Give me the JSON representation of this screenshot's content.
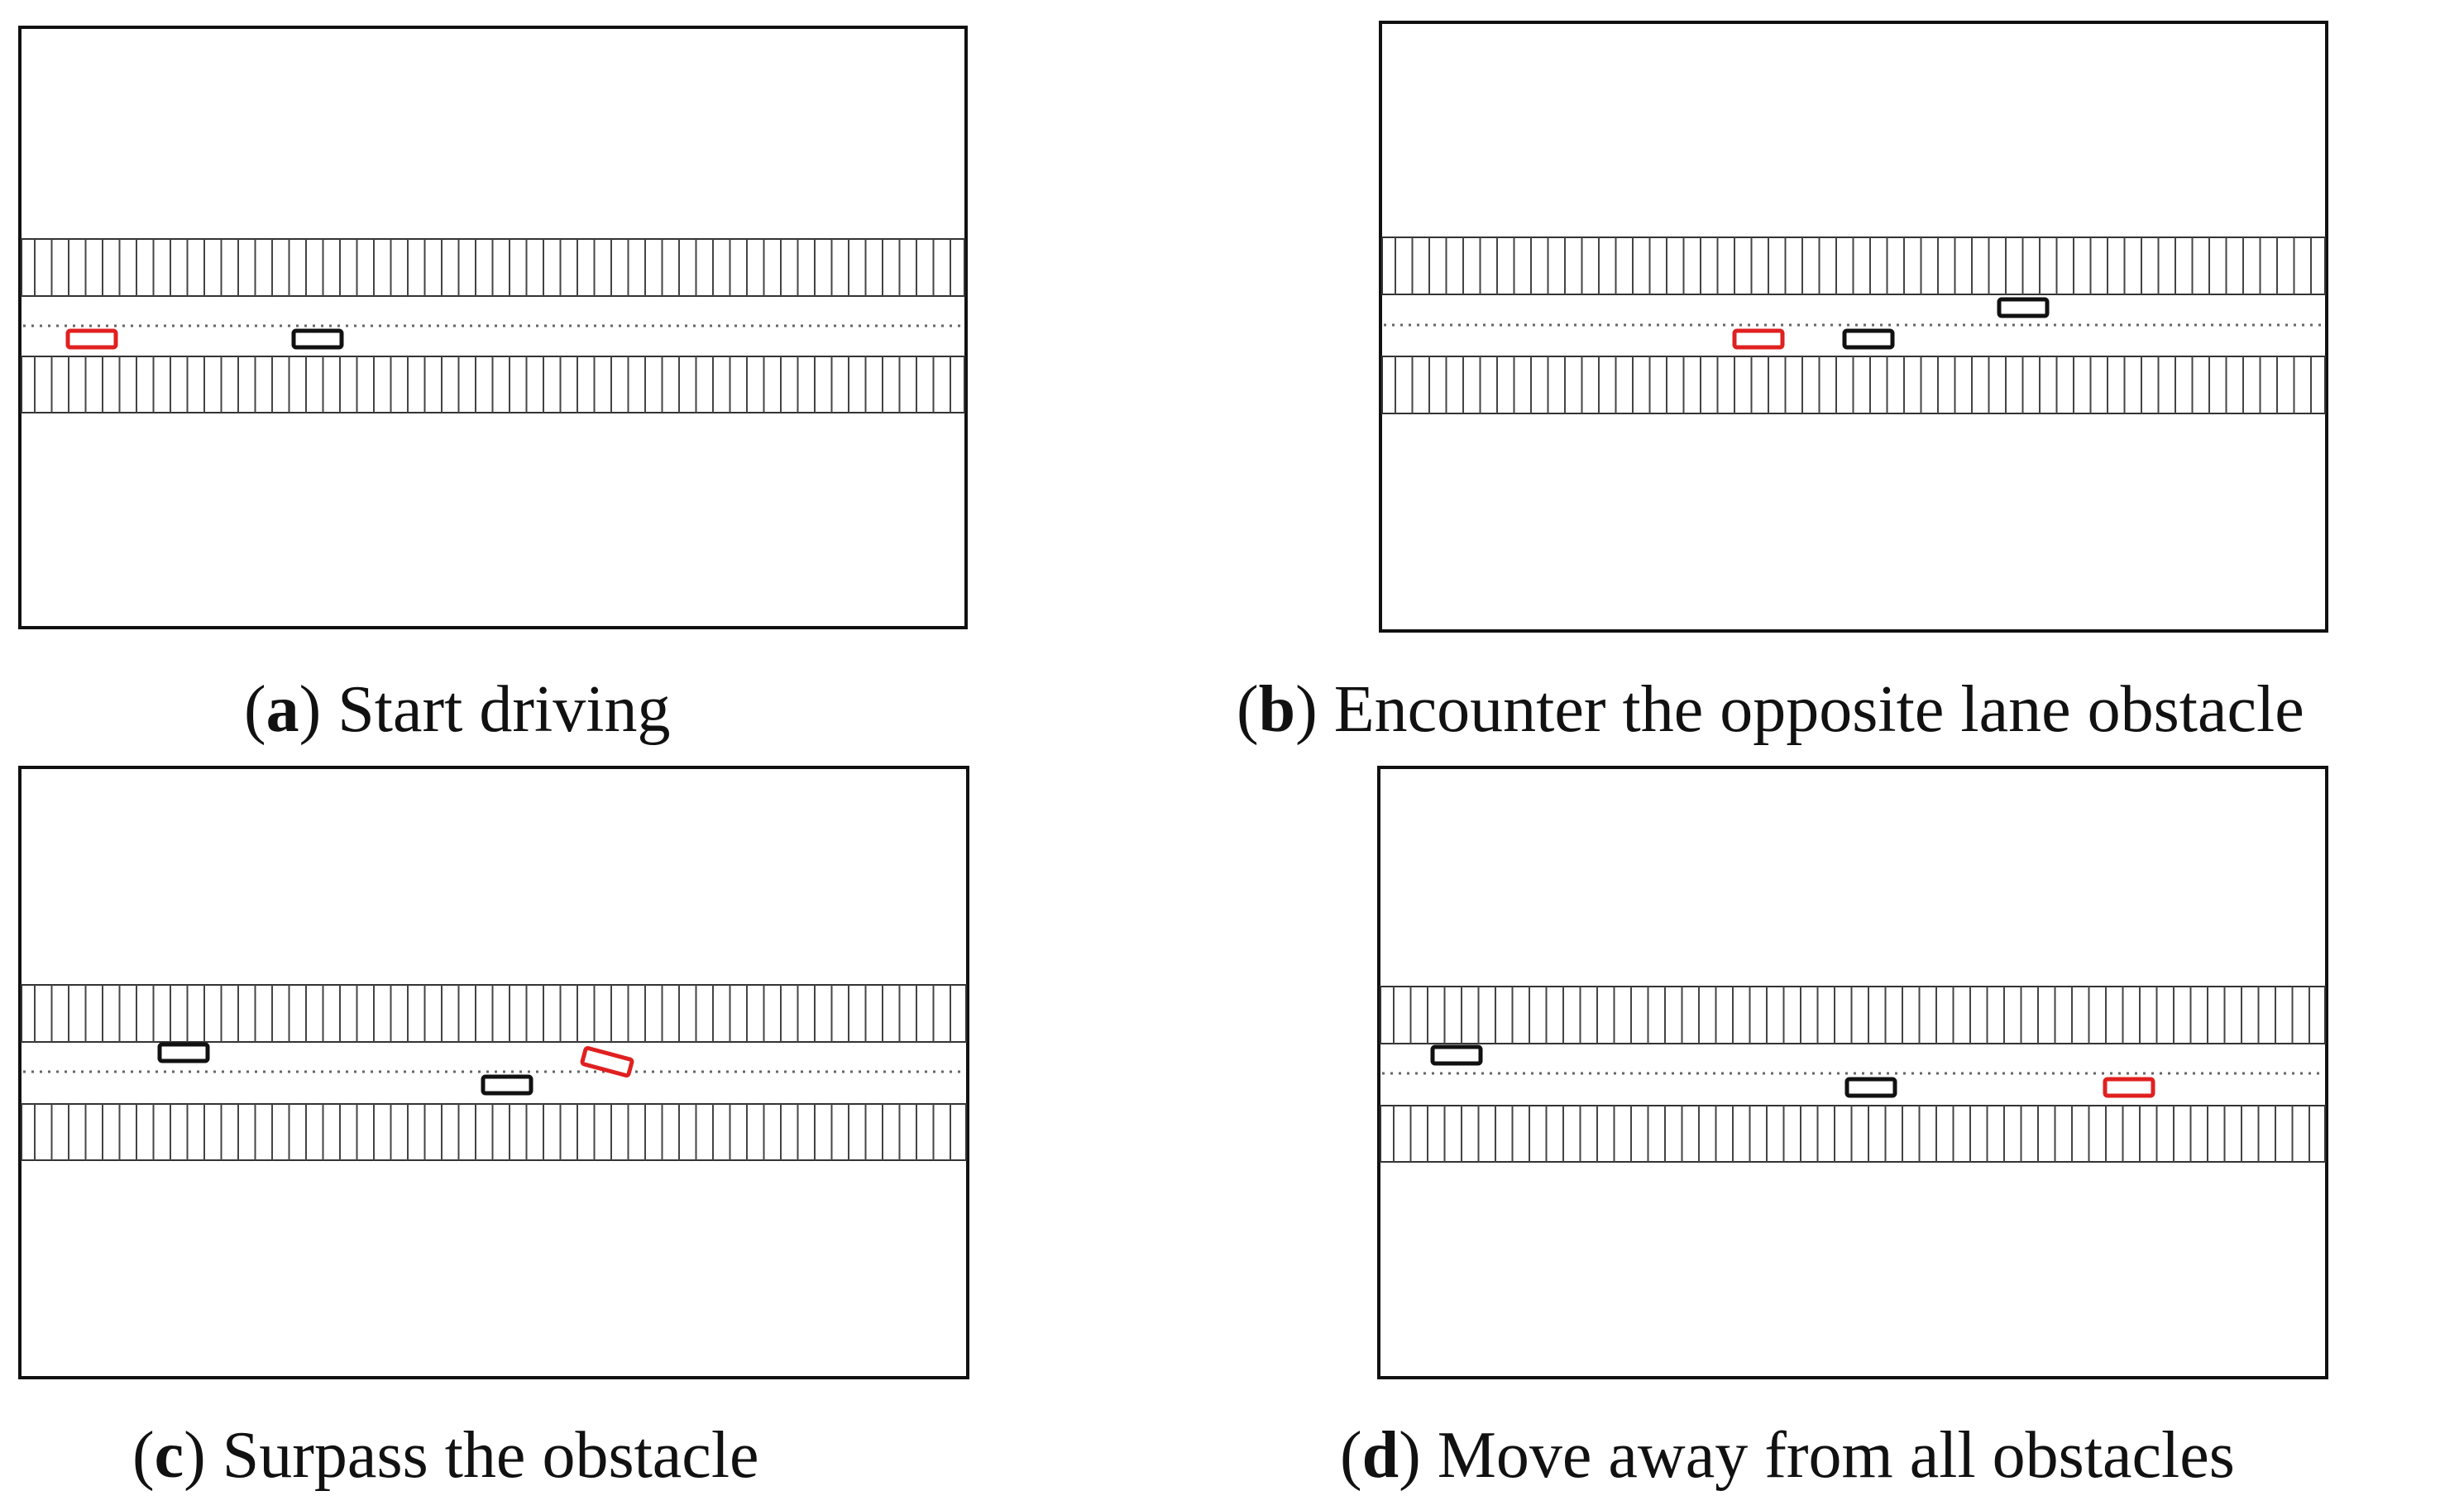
{
  "colors": {
    "frame": "#111111",
    "road_line": "#333333",
    "stripe": "#444444",
    "center_dash": "#666666",
    "ego_vehicle": "#e02020",
    "obstacle_vehicle": "#111111"
  },
  "panels": [
    {
      "id": "a",
      "letter": "a",
      "caption": "Start driving",
      "vehicles": [
        {
          "role": "ego",
          "color_key": "ego_vehicle"
        },
        {
          "role": "obstacle",
          "color_key": "obstacle_vehicle"
        }
      ]
    },
    {
      "id": "b",
      "letter": "b",
      "caption": "Encounter the opposite lane obstacle",
      "vehicles": [
        {
          "role": "ego",
          "color_key": "ego_vehicle"
        },
        {
          "role": "obstacle",
          "color_key": "obstacle_vehicle"
        },
        {
          "role": "obstacle",
          "color_key": "obstacle_vehicle"
        }
      ]
    },
    {
      "id": "c",
      "letter": "c",
      "caption": "Surpass the obstacle",
      "vehicles": [
        {
          "role": "obstacle",
          "color_key": "obstacle_vehicle"
        },
        {
          "role": "obstacle",
          "color_key": "obstacle_vehicle"
        },
        {
          "role": "ego",
          "color_key": "ego_vehicle"
        }
      ]
    },
    {
      "id": "d",
      "letter": "d",
      "caption": "Move away from all obstacles",
      "vehicles": [
        {
          "role": "obstacle",
          "color_key": "obstacle_vehicle"
        },
        {
          "role": "obstacle",
          "color_key": "obstacle_vehicle"
        },
        {
          "role": "ego",
          "color_key": "ego_vehicle"
        }
      ]
    }
  ]
}
